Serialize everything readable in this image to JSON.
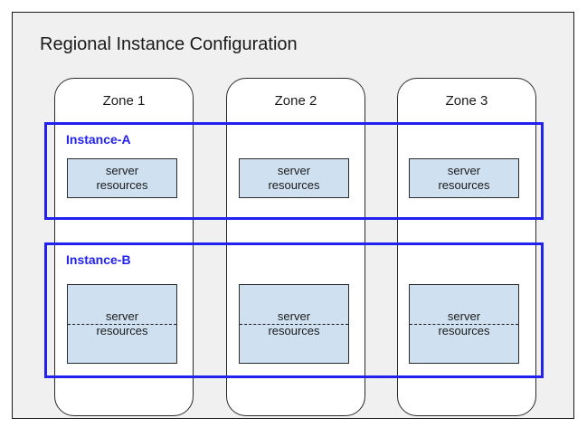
{
  "region": {
    "title": "Regional Instance Configuration"
  },
  "colors": {
    "instance_border": "#2222ee",
    "instance_label": "#2222ee",
    "server_box_fill": "#cfe0f0",
    "region_background": "#f0f0f0",
    "zone_background": "#ffffff",
    "outline": "#1a1a1a"
  },
  "zones": [
    {
      "label": "Zone 1"
    },
    {
      "label": "Zone 2"
    },
    {
      "label": "Zone 3"
    }
  ],
  "instances": [
    {
      "label": "Instance-A",
      "resources": [
        {
          "line1": "server",
          "line2": "resources"
        },
        {
          "line1": "server",
          "line2": "resources"
        },
        {
          "line1": "server",
          "line2": "resources"
        }
      ]
    },
    {
      "label": "Instance-B",
      "resources": [
        {
          "line1": "server",
          "line2": "resources"
        },
        {
          "line1": "server",
          "line2": "resources"
        },
        {
          "line1": "server",
          "line2": "resources"
        }
      ]
    }
  ]
}
